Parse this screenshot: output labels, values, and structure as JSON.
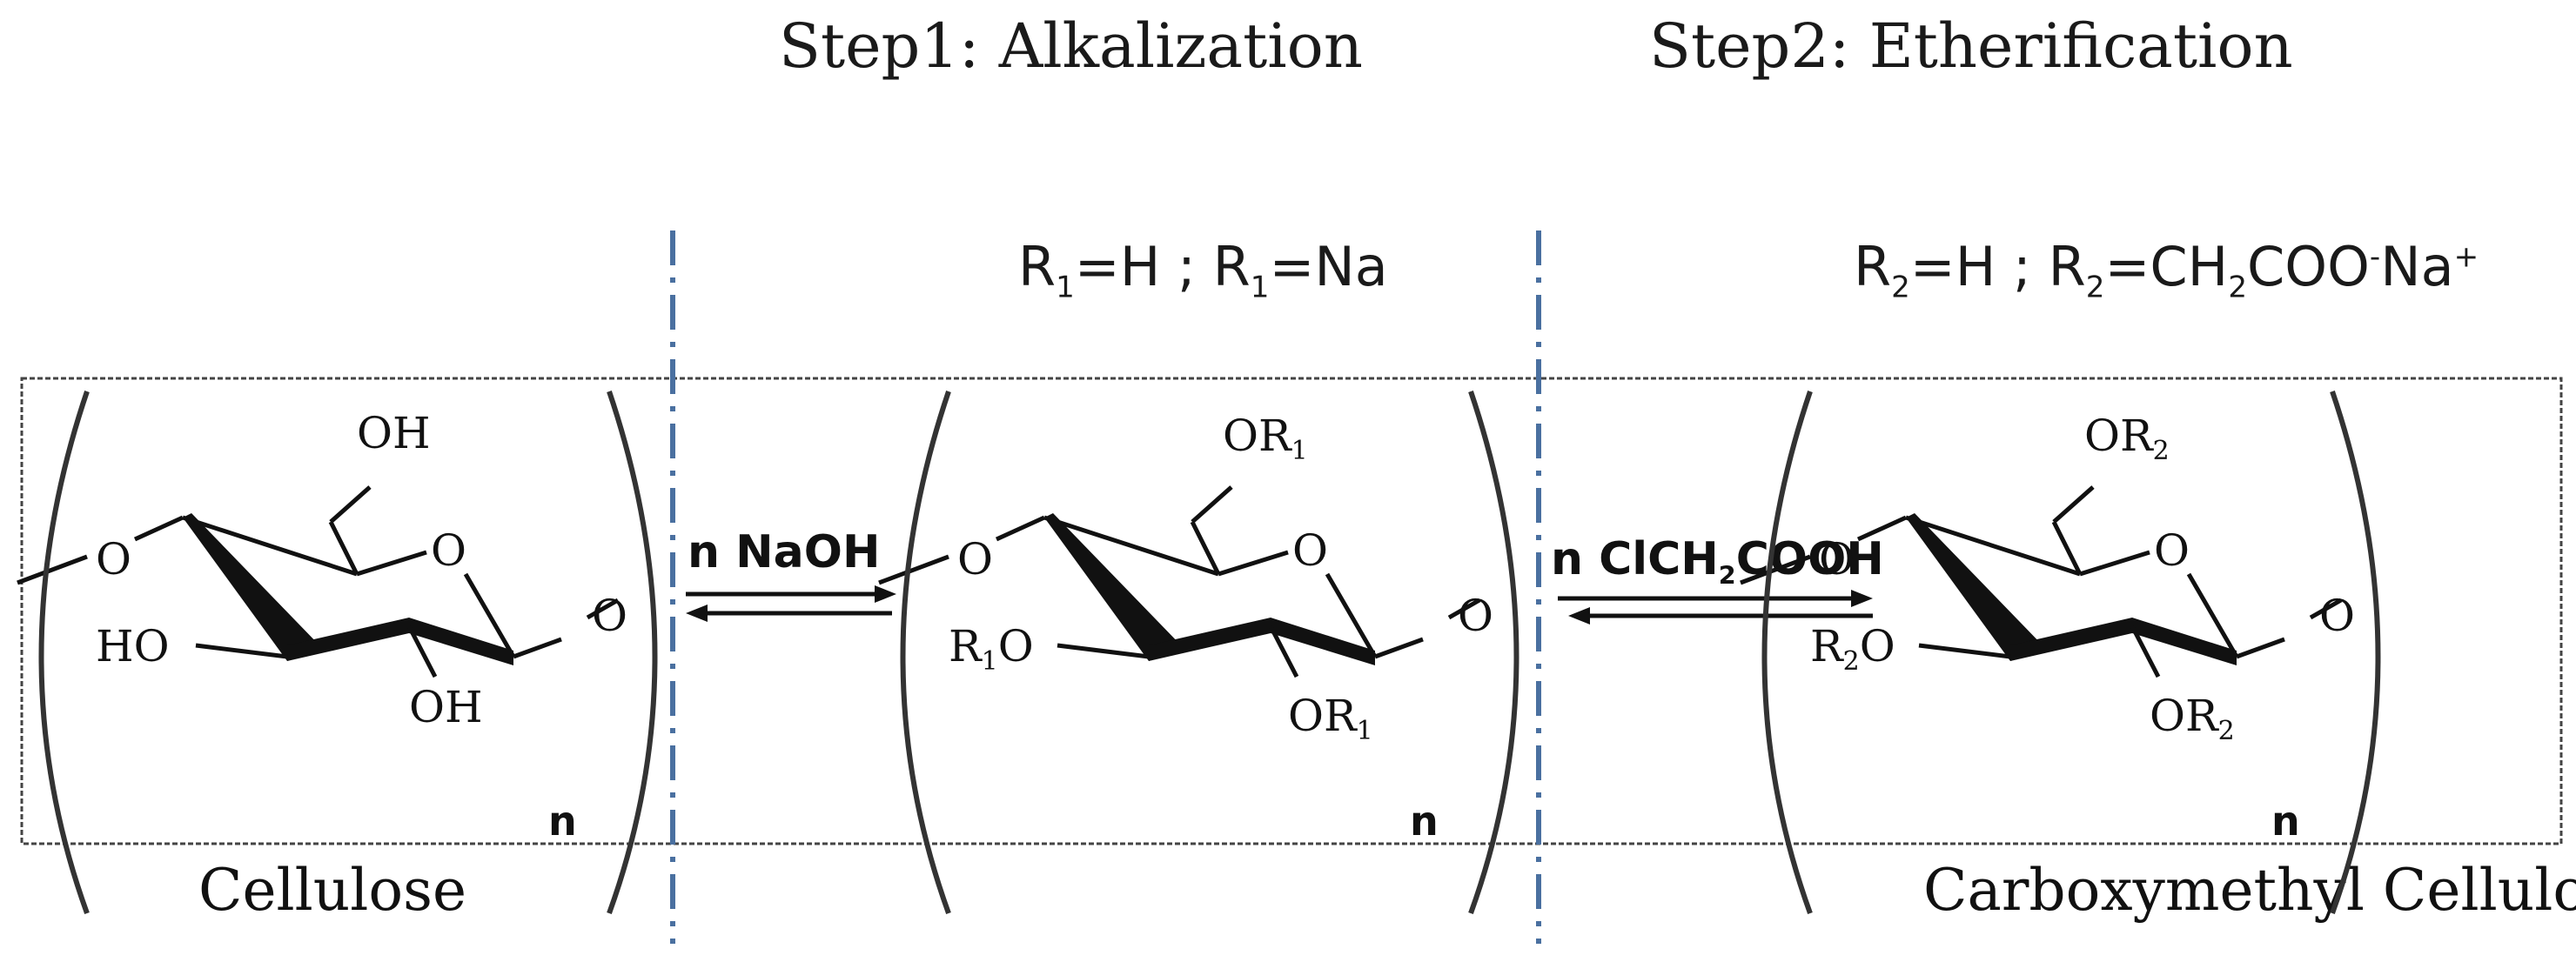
{
  "steps": {
    "step1": "Step1: Alkalization",
    "step2": "Step2: Etherification"
  },
  "substituents": {
    "r1_a": "R",
    "r1_a_sub": "1",
    "r1_a_tail": "=H ; R",
    "r1_b_sub": "1",
    "r1_b_tail": "=Na",
    "r2_a": "R",
    "r2_a_sub": "2",
    "r2_a_tail": "=H ; R",
    "r2_b_sub": "2",
    "r2_b_tail": "=CH",
    "r2_ch_sub": "2",
    "r2_coo": "COO",
    "r2_minus": "-",
    "r2_na": "Na",
    "r2_plus": "+"
  },
  "reagents": {
    "naoh": "n NaOH",
    "clch_pre": "n ClCH",
    "clch_sub": "2",
    "clch_post": "COOH"
  },
  "captions": {
    "left": "Cellulose",
    "right": "Carboxymethyl Cellulose"
  },
  "atoms": {
    "O": "O",
    "OH": "OH",
    "HO": "HO",
    "R": "R",
    "n": "n",
    "OR": "OR",
    "sub1": "1",
    "sub2": "2"
  }
}
